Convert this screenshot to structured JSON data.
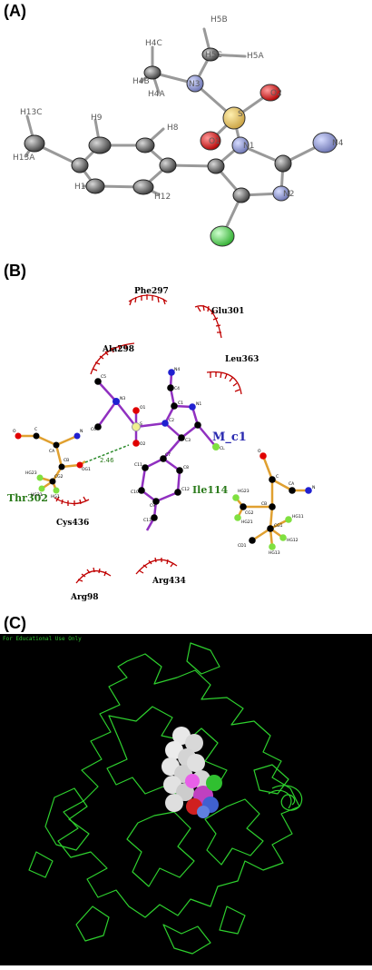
{
  "panels": {
    "a": {
      "label": "(A)"
    },
    "b": {
      "label": "(B)"
    },
    "c": {
      "label": "(C)",
      "caption": "For Educational Use Only"
    }
  },
  "ortep": {
    "labels": {
      "h5b": "H5B",
      "h4c": "H4C",
      "h5c": "H5C",
      "h5a": "H5A",
      "h4b": "H4B",
      "h4a": "H4A",
      "n3": "N3",
      "s": "S",
      "o2": "O2",
      "h13c": "H13C",
      "h9": "H9",
      "h8": "H8",
      "o1": "O1",
      "n1": "N1",
      "n4": "N4",
      "h13a": "H13A",
      "h1": "H1",
      "h12": "H12",
      "n2": "N2"
    }
  },
  "ligplot": {
    "residues": {
      "phe297": "Phe297",
      "glu301": "Glu301",
      "ala298": "Ala298",
      "leu363": "Leu363",
      "cys436": "Cys436",
      "arg434": "Arg434",
      "arg98": "Arg98"
    },
    "hbond_residues": {
      "thr302": "Thr302",
      "ile114": "Ile114"
    },
    "ligand_name": "M_c1",
    "hbond_distance": "2.46",
    "atoms": {
      "o1": "O1",
      "o2": "O2",
      "n3": "N3",
      "s": "S",
      "c5": "C5",
      "c6": "C6",
      "n4": "N4",
      "c4": "C4",
      "c1": "C1",
      "n1": "N1",
      "c2": "C2",
      "c3": "C3",
      "cl": "CL",
      "c7": "C7",
      "c8": "C8",
      "c9": "C9",
      "c10": "C10",
      "c11": "C11",
      "c12": "C12",
      "c13": "C13",
      "t_o": "O",
      "t_c": "C",
      "t_ca": "CA",
      "t_n": "N",
      "t_cb": "CB",
      "t_og1": "OG1",
      "t_cg2": "CG2",
      "t_hg21": "HG21",
      "t_hg23": "HG23",
      "t_hg1": "HG1",
      "i_o": "O",
      "i_c": "C",
      "i_ca": "CA",
      "i_n": "N",
      "i_cb": "CB",
      "i_cg1": "CG1",
      "i_cg2": "CG2",
      "i_cd1": "CD1",
      "i_hg21": "HG21",
      "i_hg23": "HG23",
      "i_hg11": "HG11",
      "i_hg12": "HG12",
      "i_hg13": "HG13"
    }
  }
}
